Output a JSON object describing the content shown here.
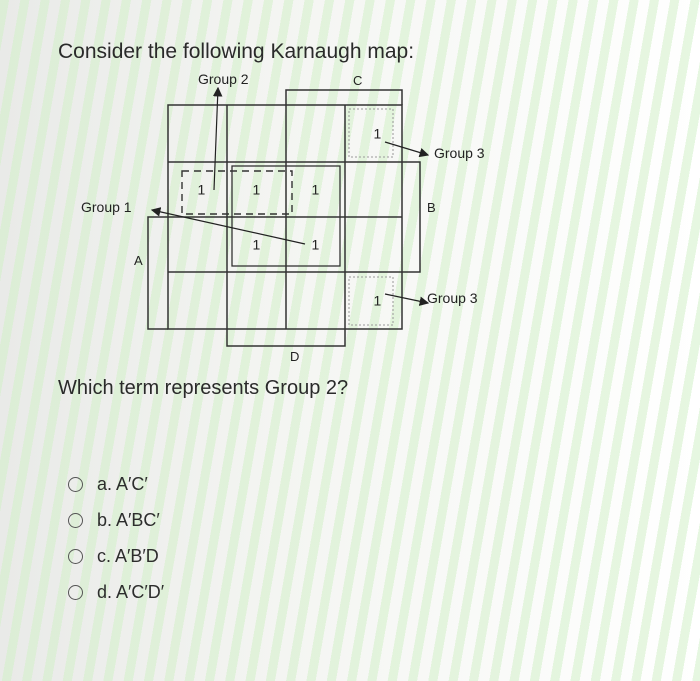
{
  "title": "Consider the following Karnaugh map:",
  "kmap": {
    "labels": {
      "group2": "Group 2",
      "c": "C",
      "group1": "Group 1",
      "a": "A",
      "b": "B",
      "d": "D",
      "group3_top": "Group 3",
      "group3_bottom": "Group 3"
    },
    "cells": [
      {
        "row": 0,
        "col": 3,
        "value": "1"
      },
      {
        "row": 1,
        "col": 0,
        "value": "1"
      },
      {
        "row": 1,
        "col": 1,
        "value": "1"
      },
      {
        "row": 1,
        "col": 2,
        "value": "1"
      },
      {
        "row": 2,
        "col": 1,
        "value": "1"
      },
      {
        "row": 2,
        "col": 2,
        "value": "1"
      },
      {
        "row": 3,
        "col": 3,
        "value": "1"
      }
    ]
  },
  "question": "Which term represents Group 2?",
  "options": [
    {
      "label": "a. A′C′"
    },
    {
      "label": "b. A′BC′"
    },
    {
      "label": "c. A′B′D"
    },
    {
      "label": "d. A′C′D′"
    }
  ]
}
